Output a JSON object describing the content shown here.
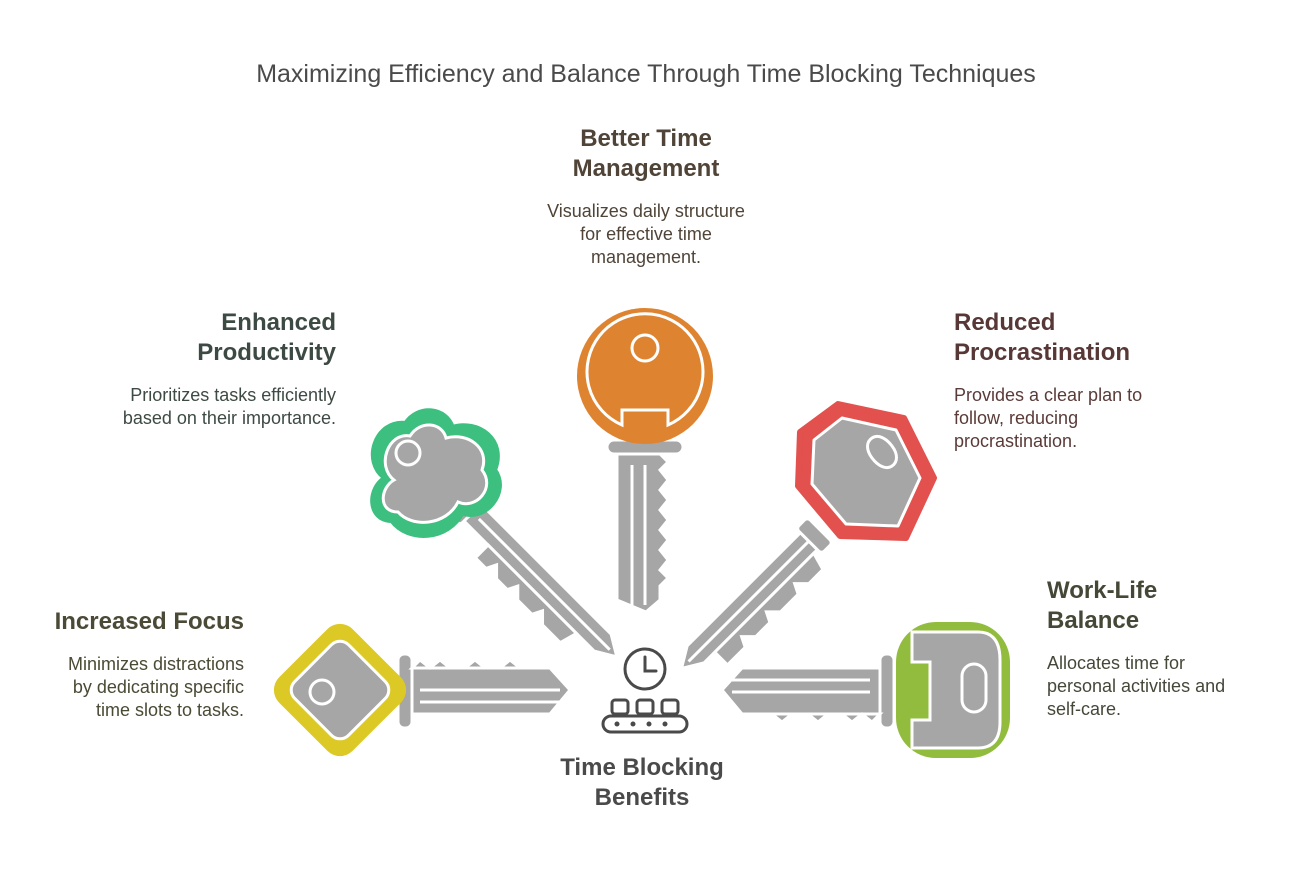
{
  "title": "Maximizing Efficiency and Balance Through Time Blocking Techniques",
  "center": {
    "label": "Time Blocking Benefits",
    "icon": "clock-conveyor-icon"
  },
  "benefits": [
    {
      "id": "better-time-management",
      "heading": "Better Time Management",
      "description": "Visualizes daily structure for effective time management.",
      "color": "#de8431",
      "icon": "round-key-icon"
    },
    {
      "id": "enhanced-productivity",
      "heading": "Enhanced Productivity",
      "description": "Prioritizes tasks efficiently based on their importance.",
      "color": "#3cbf7f",
      "icon": "cloud-key-icon"
    },
    {
      "id": "reduced-procrastination",
      "heading": "Reduced Procrastination",
      "description": "Provides a clear plan to follow, reducing procrastination.",
      "color": "#e2514e",
      "icon": "hexagon-key-icon"
    },
    {
      "id": "increased-focus",
      "heading": "Increased Focus",
      "description": "Minimizes distractions by dedicating specific time slots to tasks.",
      "color": "#ddc925",
      "icon": "diamond-key-icon"
    },
    {
      "id": "work-life-balance",
      "heading": "Work-Life Balance",
      "description": "Allocates time for personal activities and self-care.",
      "color": "#92bc3e",
      "icon": "rounded-rect-key-icon"
    }
  ],
  "colors": {
    "key_body": "#a6a6a6",
    "outline": "#ffffff",
    "text_dark": "#4a4a4a"
  }
}
